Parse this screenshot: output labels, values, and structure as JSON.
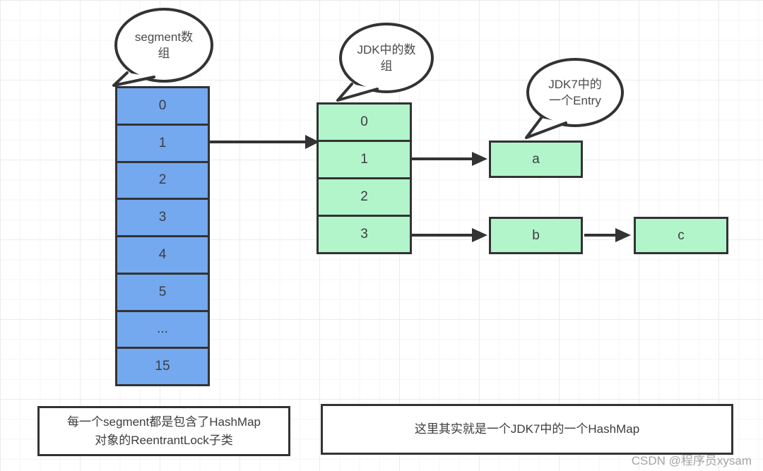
{
  "colors": {
    "segment_fill": "#74a9f0",
    "entry_fill": "#b2f5cb",
    "stroke": "#333333",
    "watermark_gray": "#949494"
  },
  "bubbles": {
    "segment": "segment数\n组",
    "jdk_array": "JDK中的数\n组",
    "jdk7_entry": "JDK7中的\n一个Entry"
  },
  "segment_array": {
    "cells": [
      "0",
      "1",
      "2",
      "3",
      "4",
      "5",
      "...",
      "15"
    ]
  },
  "jdk_array": {
    "cells": [
      "0",
      "1",
      "2",
      "3"
    ]
  },
  "entries": {
    "a": "a",
    "b": "b",
    "c": "c"
  },
  "notes": {
    "left": "每一个segment都是包含了HashMap\n对象的ReentrantLock子类",
    "right": "这里其实就是一个JDK7中的一个HashMap"
  },
  "watermark": "CSDN @程序员xysam"
}
